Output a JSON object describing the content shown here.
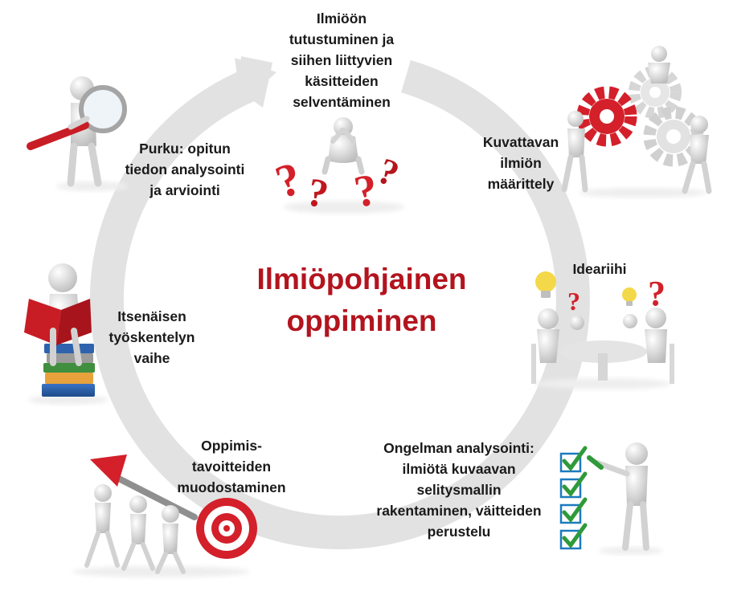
{
  "diagram": {
    "center_title_lines": [
      "Ilmiöpohjainen",
      "oppiminen"
    ],
    "steps": [
      {
        "id": "tutustuminen",
        "lines": [
          "Ilmiöön",
          "tutustuminen ja",
          "siihen liittyvien",
          "käsitteiden",
          "selventäminen"
        ],
        "icon": "confused-figure-question-marks-icon"
      },
      {
        "id": "kuvattava",
        "lines": [
          "Kuvattavan",
          "ilmiön",
          "määrittely"
        ],
        "icon": "figures-with-gears-icon"
      },
      {
        "id": "ideariihi",
        "lines": [
          "Ideariihi"
        ],
        "icon": "brainstorm-meeting-icon"
      },
      {
        "id": "ongelma",
        "lines": [
          "Ongelman analysointi:",
          "ilmiötä kuvaavan",
          "selitysmallin",
          "rakentaminen, väitteiden",
          "perustelu"
        ],
        "icon": "checklist-figure-icon"
      },
      {
        "id": "tavoitteet",
        "lines": [
          "Oppimis-",
          "tavoitteiden",
          "muodostaminen"
        ],
        "icon": "dart-target-icon"
      },
      {
        "id": "itsenainen",
        "lines": [
          "Itsenäisen",
          "työskentelyn",
          "vaihe"
        ],
        "icon": "reading-figure-books-icon"
      },
      {
        "id": "purku",
        "lines": [
          "Purku: opitun",
          "tiedon analysointi",
          "ja arviointi"
        ],
        "icon": "magnifier-figure-icon"
      }
    ],
    "colors": {
      "title": "#b3141e",
      "cycle_arrow": "#e2e2e2",
      "accent_red": "#d3202a",
      "check_green": "#2e9a3a",
      "figure": "#dcdcdc"
    }
  }
}
